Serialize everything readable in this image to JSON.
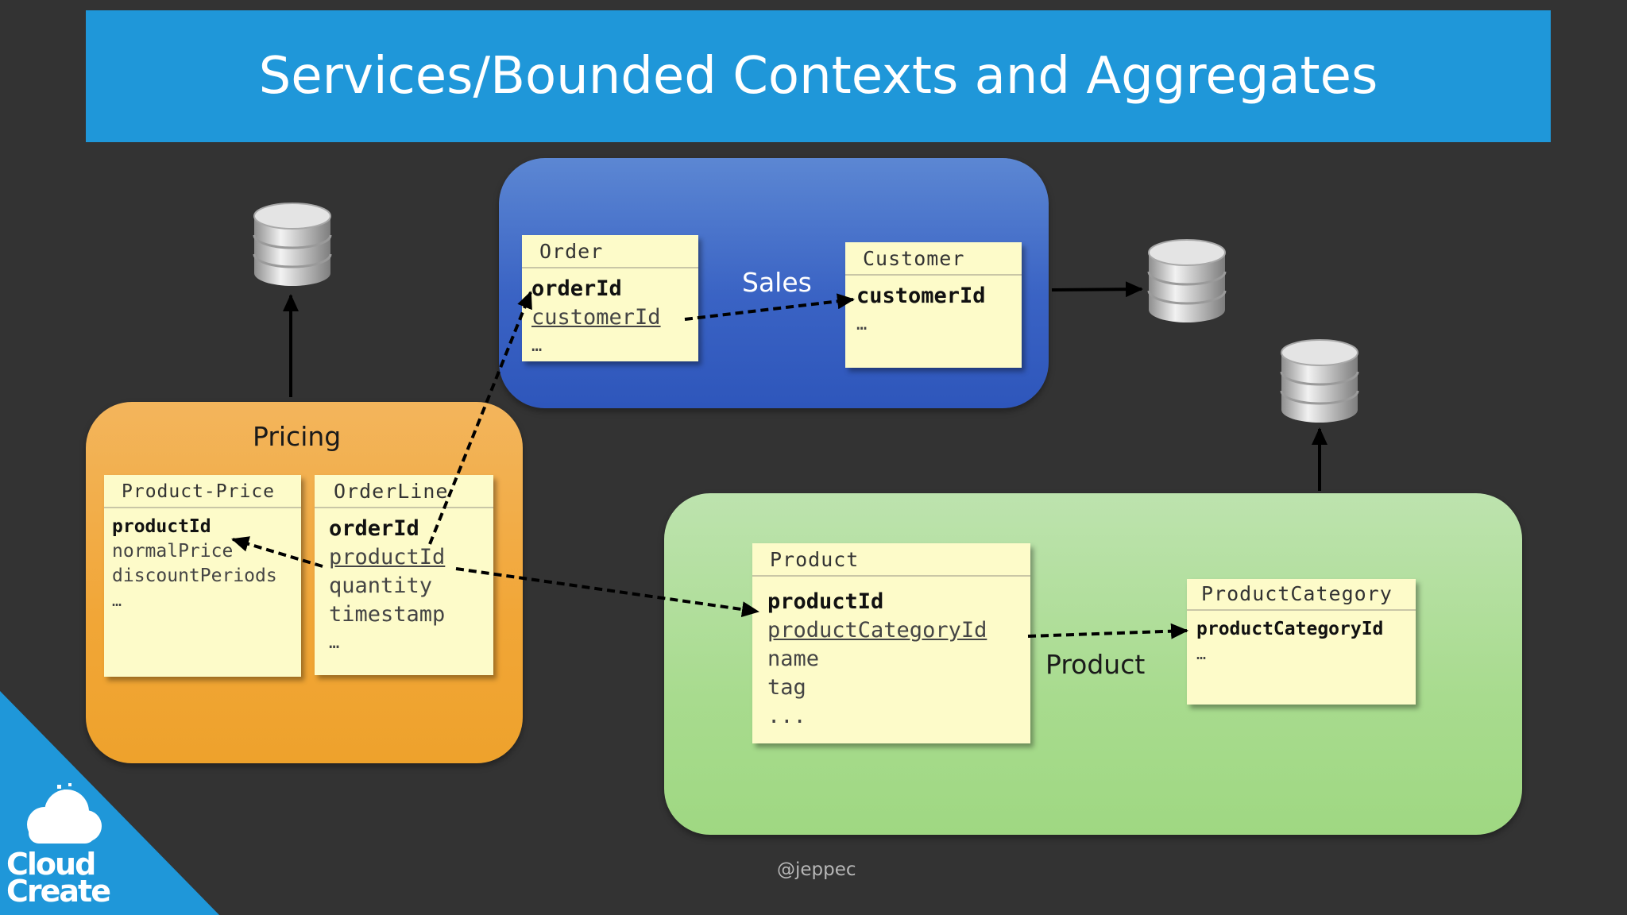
{
  "slide": {
    "title": "Services/Bounded Contexts and Aggregates",
    "handle": "@jeppec",
    "colors": {
      "background": "#333333",
      "banner": "#1f97d9",
      "sales_context": "#3a63c4",
      "pricing_context": "#f1a637",
      "product_context": "#a8db8e",
      "entity_fill": "#fdfbc9"
    }
  },
  "contexts": {
    "sales": {
      "label": "Sales"
    },
    "pricing": {
      "label": "Pricing"
    },
    "product": {
      "label": "Product"
    }
  },
  "entities": {
    "order": {
      "name": "Order",
      "fields": [
        "orderId",
        "customerId",
        "…"
      ]
    },
    "customer": {
      "name": "Customer",
      "fields": [
        "customerId",
        "…"
      ]
    },
    "product_price": {
      "name": "Product-Price",
      "fields": [
        "productId",
        "normalPrice",
        "discountPeriods",
        "…"
      ]
    },
    "orderline": {
      "name": "OrderLine",
      "fields": [
        "orderId",
        "productId",
        "quantity",
        "timestamp",
        "…"
      ]
    },
    "product": {
      "name": "Product",
      "fields": [
        "productId",
        "productCategoryId",
        "name",
        "tag",
        "..."
      ]
    },
    "product_category": {
      "name": "ProductCategory",
      "fields": [
        "productCategoryId",
        "…"
      ]
    }
  },
  "databases": [
    {
      "icon": "database-icon",
      "owner": "Pricing"
    },
    {
      "icon": "database-icon",
      "owner": "Sales"
    },
    {
      "icon": "database-icon",
      "owner": "Product"
    }
  ],
  "logo": {
    "line1": "Cloud",
    "line2": "Create",
    "icon": "cloud-icon"
  }
}
